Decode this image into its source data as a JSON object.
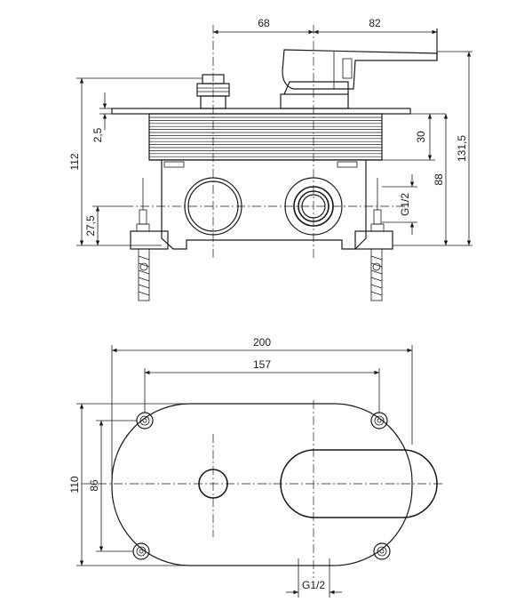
{
  "side_view": {
    "dim_top_left": "68",
    "dim_top_right": "82",
    "dim_height_left": "112",
    "dim_plate": "2,5",
    "dim_inlet": "27,5",
    "dim_30": "30",
    "dim_88": "88",
    "dim_total": "131,5",
    "thread": "G1/2"
  },
  "top_view": {
    "dim_width": "200",
    "dim_hole_spacing": "157",
    "dim_height": "110",
    "dim_hole_height": "86",
    "thread": "G1/2"
  }
}
